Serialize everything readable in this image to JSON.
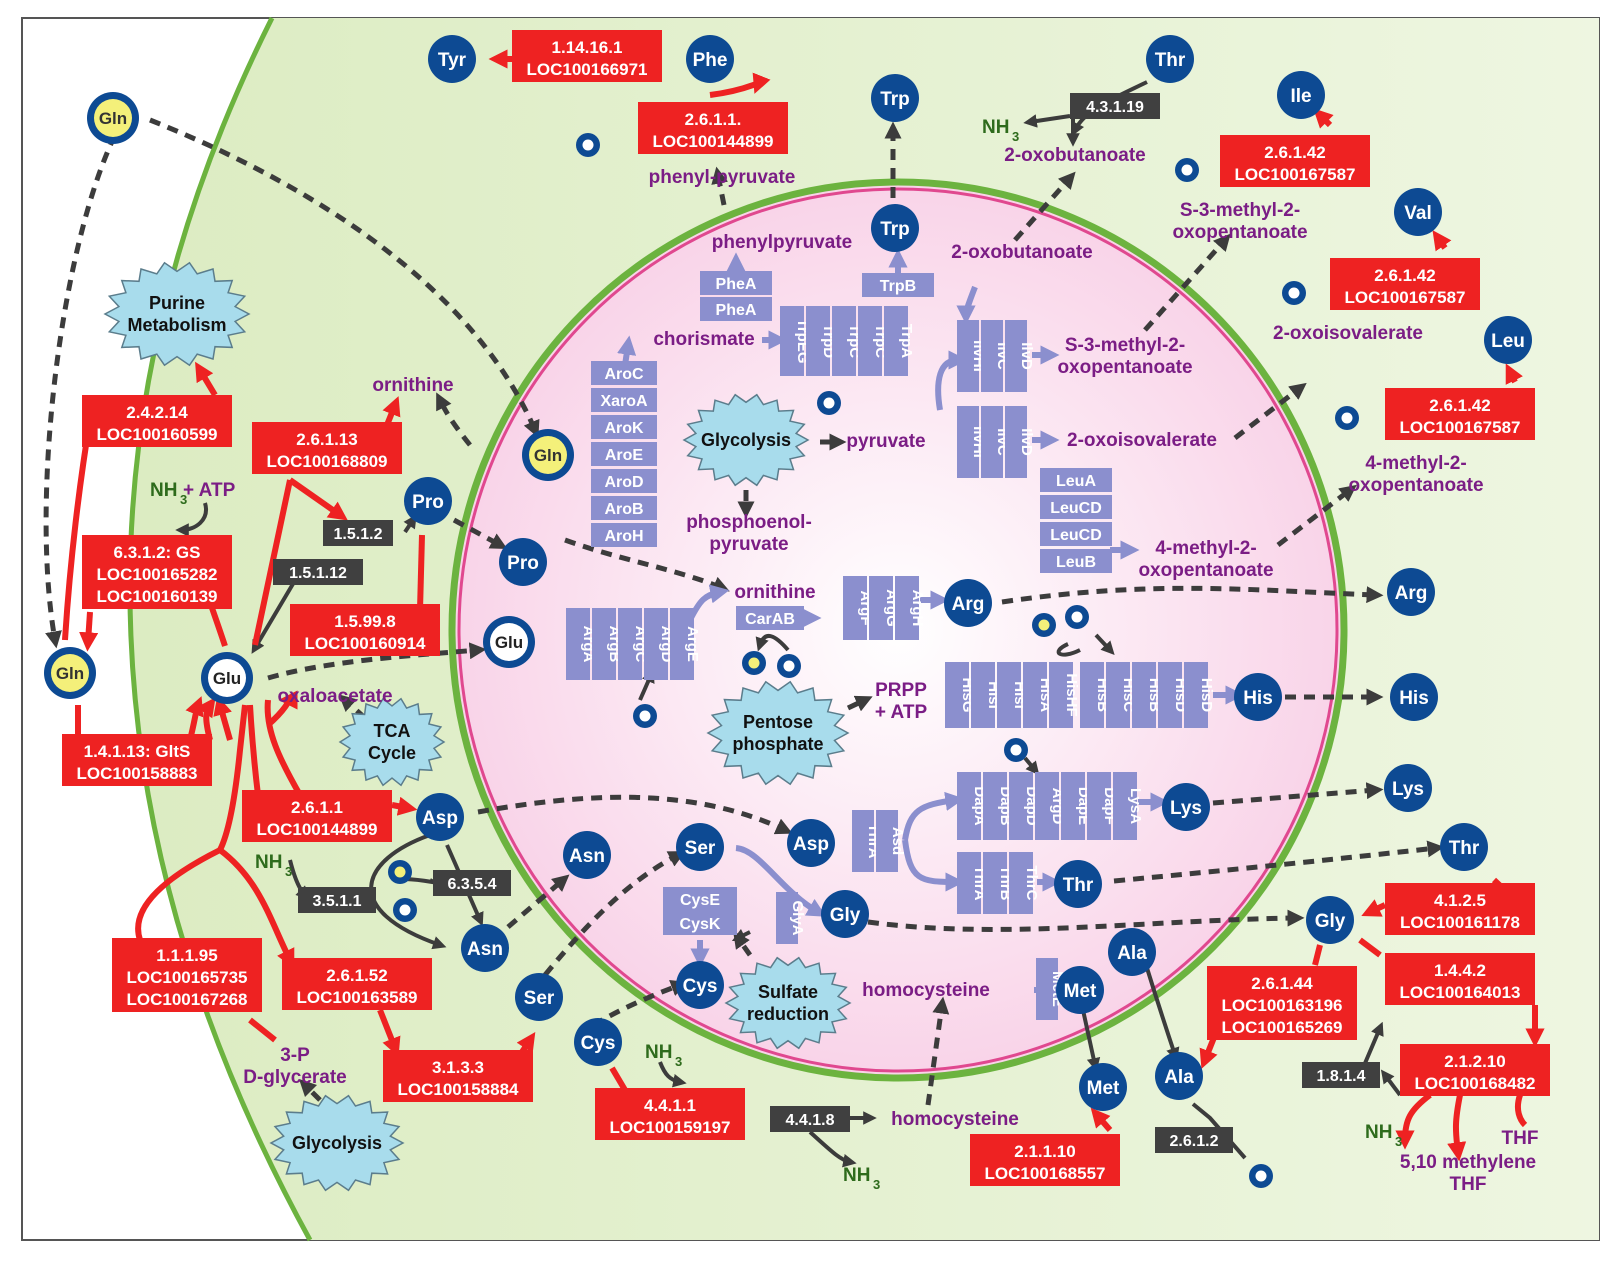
{
  "colors": {
    "cell_bg": "#e8f3d5",
    "membrane_green": "#6cb33f",
    "organelle_pink": "#fbe0ef",
    "organelle_border": "#e0488f",
    "enzyme_red": "#ee2222",
    "enzyme_dark": "#404040",
    "node_blue": "#0d4a93",
    "node_yellow": "#f4f07a",
    "bacterial_enzyme": "#8b8fce",
    "metabolite_purple": "#7b1d85",
    "nh3_green": "#2e6b1c",
    "starburst": "#a8dcec",
    "dashed": "#3c3c3c"
  },
  "nodes": {
    "tyr": "Tyr",
    "phe": "Phe",
    "trp_out": "Trp",
    "trp_in": "Trp",
    "thr_top": "Thr",
    "ile": "Ile",
    "val": "Val",
    "leu": "Leu",
    "gln_top": "Gln",
    "gln_mid": "Gln",
    "gln_low": "Gln",
    "glu_host": "Glu",
    "glu_bact": "Glu",
    "pro_host": "Pro",
    "pro_bact": "Pro",
    "arg_bact": "Arg",
    "arg_out": "Arg",
    "his_bact": "His",
    "his_out": "His",
    "lys_bact": "Lys",
    "lys_out": "Lys",
    "asp_host": "Asp",
    "asp_bact": "Asp",
    "asn_host": "Asn",
    "asn_out": "Asn",
    "ser_bact": "Ser",
    "ser_host": "Ser",
    "gly_bact": "Gly",
    "gly_out": "Gly",
    "thr_bact": "Thr",
    "thr_out": "Thr",
    "cys_bact": "Cys",
    "cys_host": "Cys",
    "met_bact": "Met",
    "met_out": "Met",
    "ala_top": "Ala",
    "ala_bot": "Ala"
  },
  "red_enzymes": {
    "e_1_14_16_1": [
      "1.14.16.1",
      "LOC100166971"
    ],
    "e_2_6_1_1_phe": [
      "2.6.1.1.",
      "LOC100144899"
    ],
    "e_2_6_1_42_ile": [
      "2.6.1.42",
      "LOC100167587"
    ],
    "e_2_6_1_42_val": [
      "2.6.1.42",
      "LOC100167587"
    ],
    "e_2_6_1_42_leu": [
      "2.6.1.42",
      "LOC100167587"
    ],
    "e_2_4_2_14": [
      "2.4.2.14",
      "LOC100160599"
    ],
    "e_2_6_1_13": [
      "2.6.1.13",
      "LOC100168809"
    ],
    "e_6_3_1_2": [
      "6.3.1.2: GS",
      "LOC100165282",
      "LOC100160139"
    ],
    "e_1_5_99_8": [
      "1.5.99.8",
      "LOC100160914"
    ],
    "e_1_4_1_13": [
      "1.4.1.13: GltS",
      "LOC100158883"
    ],
    "e_2_6_1_1_asp": [
      "2.6.1.1",
      "LOC100144899"
    ],
    "e_1_1_1_95": [
      "1.1.1.95",
      "LOC100165735",
      "LOC100167268"
    ],
    "e_2_6_1_52": [
      "2.6.1.52",
      "LOC100163589"
    ],
    "e_3_1_3_3": [
      "3.1.3.3",
      "LOC100158884"
    ],
    "e_4_4_1_1": [
      "4.4.1.1",
      "LOC100159197"
    ],
    "e_2_1_1_10": [
      "2.1.1.10",
      "LOC100168557"
    ],
    "e_4_1_2_5": [
      "4.1.2.5",
      "LOC100161178"
    ],
    "e_1_4_4_2": [
      "1.4.4.2",
      "LOC100164013"
    ],
    "e_2_6_1_44": [
      "2.6.1.44",
      "LOC100163196",
      "LOC100165269"
    ],
    "e_2_1_2_10": [
      "2.1.2.10",
      "LOC100168482"
    ]
  },
  "dark_enzymes": {
    "d_4_3_1_19": "4.3.1.19",
    "d_1_5_1_2": "1.5.1.2",
    "d_1_5_1_12": "1.5.1.12",
    "d_3_5_1_1": "3.5.1.1",
    "d_6_3_5_4": "6.3.5.4",
    "d_4_4_1_8": "4.4.1.8",
    "d_2_6_1_2": "2.6.1.2",
    "d_1_8_1_4": "1.8.1.4"
  },
  "bacterial_enzymes": {
    "phea1": "PheA",
    "phea2": "PheA",
    "trpb": "TrpB",
    "trp_stack": [
      "TrpEG",
      "TrpD",
      "TrpC",
      "TrpC",
      "TrpA"
    ],
    "aro_stack": [
      "AroC",
      "XaroA",
      "AroK",
      "AroE",
      "AroD",
      "AroB",
      "AroH"
    ],
    "ilv_stack1": [
      "IlvHI",
      "IlvC",
      "IlvD"
    ],
    "ilv_stack2": [
      "IlvHI",
      "IlvC",
      "IlvD"
    ],
    "leu_stack": [
      "LeuA",
      "LeuCD",
      "LeuCD",
      "LeuB"
    ],
    "arg_stack1": [
      "ArgA",
      "ArgB",
      "ArgC",
      "ArgD",
      "ArgE"
    ],
    "carab": "CarAB",
    "arg_stack2": [
      "ArgF",
      "ArgG",
      "ArgH"
    ],
    "his_stack": [
      "HisG",
      "HisI",
      "HisI",
      "HisA",
      "HisHF",
      "HisB",
      "HisC",
      "HisB",
      "HisD",
      "HisD"
    ],
    "dap_stack": [
      "DapA",
      "DapB",
      "DapD",
      "ArgD",
      "DapE",
      "DapF",
      "LysA"
    ],
    "thra_asd": [
      "ThrA",
      "Asd"
    ],
    "thr_stack": [
      "ThrA",
      "ThrB",
      "ThrC"
    ],
    "cyse": "CysE",
    "cysk": "CysK",
    "glya": "GlyA",
    "mete": "MetE"
  },
  "metabolites": {
    "phenyl_pyruvate_out": "phenyl-pyruvate",
    "phenylpyruvate_in": "phenylpyruvate",
    "oxobutanoate_out": "2-oxobutanoate",
    "oxobutanoate_in": "2-oxobutanoate",
    "s3m_out": [
      "S-3-methyl-2-",
      "oxopentanoate"
    ],
    "s3m_in": [
      "S-3-methyl-2-",
      "oxopentanoate"
    ],
    "oxoisovalerate_out": "2-oxoisovalerate",
    "oxoisovalerate_in": "2-oxoisovalerate",
    "m4_out": [
      "4-methyl-2-",
      "oxopentanoate"
    ],
    "m4_in": [
      "4-methyl-2-",
      "oxopentanoate"
    ],
    "chorismate": "chorismate",
    "pyruvate": "pyruvate",
    "pep": [
      "phosphoenol-",
      "pyruvate"
    ],
    "ornithine_host": "ornithine",
    "ornithine_bact": "ornithine",
    "oxaloacetate": "oxaloacetate",
    "prpp": [
      "PRPP",
      "+ ATP"
    ],
    "homocysteine_bact": "homocysteine",
    "homocysteine_host": "homocysteine",
    "p_glycerate": [
      "3-P",
      "D-glycerate"
    ],
    "thf": "THF",
    "methylene_thf": [
      "5,10 methylene",
      "THF"
    ]
  },
  "nh3": {
    "nh3": "NH",
    "sub": "3",
    "atp": "+ ATP"
  },
  "starbursts": {
    "purine": [
      "Purine",
      "Metabolism"
    ],
    "glycolysis_bact": [
      "Glycolysis"
    ],
    "tca": [
      "TCA",
      "Cycle"
    ],
    "pentose": [
      "Pentose",
      "phosphate"
    ],
    "sulfate": [
      "Sulfate",
      "reduction"
    ],
    "glycolysis_host": [
      "Glycolysis"
    ]
  }
}
